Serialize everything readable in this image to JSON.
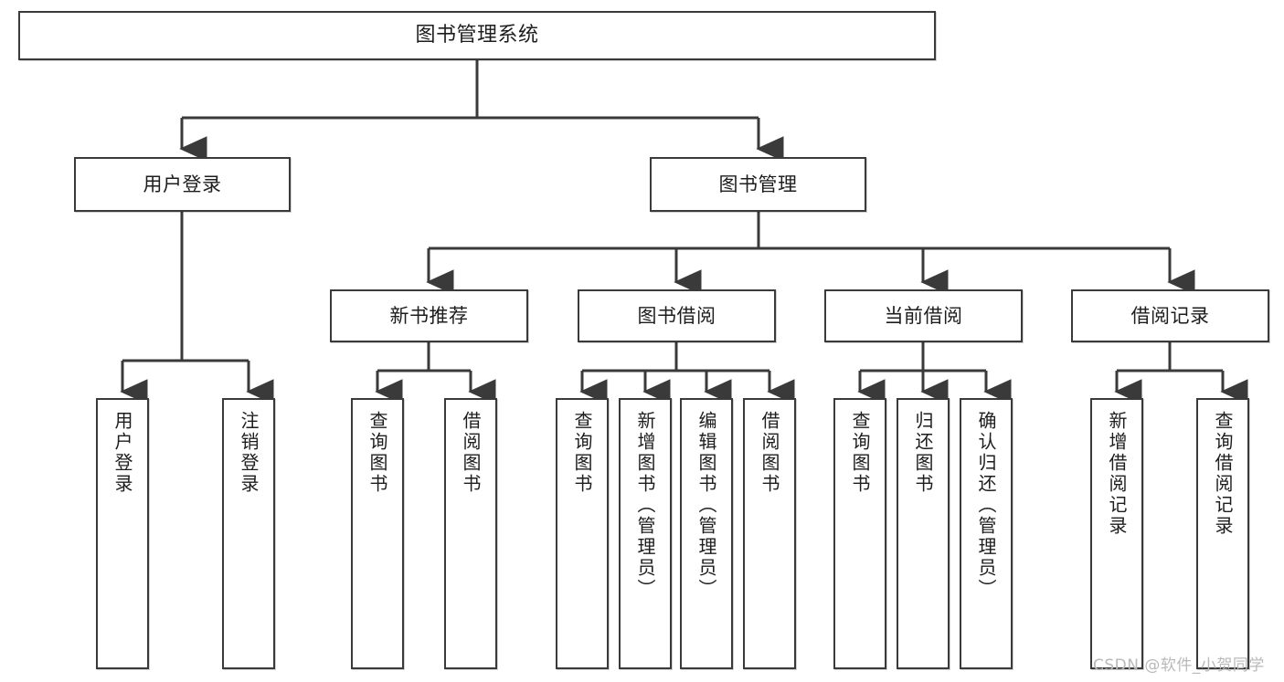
{
  "diagram": {
    "title": "图书管理系统",
    "background": "#ffffff",
    "border_color": "#3a3a3a",
    "text_color": "#1d1d1d",
    "nodes": {
      "root": {
        "label": "图书管理系统"
      },
      "level2": [
        {
          "label": "用户登录"
        },
        {
          "label": "图书管理"
        }
      ],
      "level3": [
        {
          "label": "新书推荐"
        },
        {
          "label": "图书借阅"
        },
        {
          "label": "当前借阅"
        },
        {
          "label": "借阅记录"
        }
      ],
      "leaves": {
        "user_login": [
          {
            "label": "用户登录"
          },
          {
            "label": "注销登录"
          }
        ],
        "new_book_recommend": [
          {
            "label": "查询图书"
          },
          {
            "label": "借阅图书"
          }
        ],
        "book_borrow": [
          {
            "label": "查询图书"
          },
          {
            "label": "新增图书（管理员）"
          },
          {
            "label": "编辑图书（管理员）"
          },
          {
            "label": "借阅图书"
          }
        ],
        "current_borrow": [
          {
            "label": "查询图书"
          },
          {
            "label": "归还图书"
          },
          {
            "label": "确认归还（管理员）"
          }
        ],
        "borrow_record": [
          {
            "label": "新增借阅记录"
          },
          {
            "label": "查询借阅记录"
          }
        ]
      }
    },
    "watermark": "CSDN @软件_小贺同学"
  }
}
